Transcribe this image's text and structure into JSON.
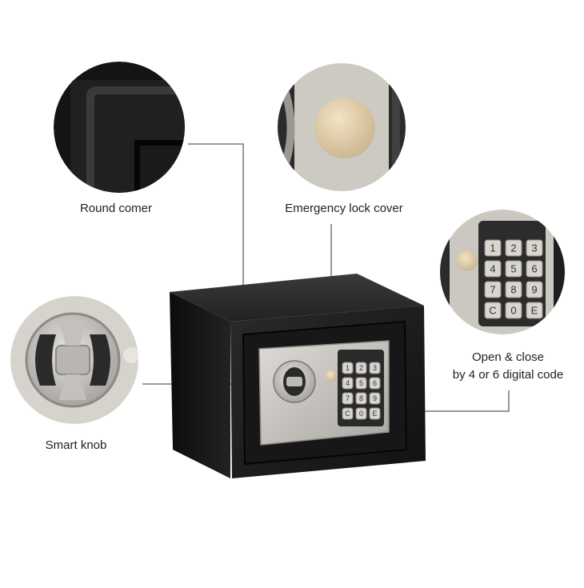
{
  "labels": {
    "round_corner": "Round comer",
    "emergency_lock_cover": "Emergency lock cover",
    "digital_code_line1": "Open & close",
    "digital_code_line2": "by 4 or 6 digital code",
    "smart_knob": "Smart knob"
  },
  "keypad": {
    "keys": [
      "1",
      "2",
      "3",
      "4",
      "5",
      "6",
      "7",
      "8",
      "9",
      "C",
      "0",
      "E"
    ]
  },
  "colors": {
    "safe_body": "#1b1b1b",
    "panel": "#c9c6c1",
    "keypad_face": "#2a2a2a",
    "callout_line": "#333333"
  }
}
